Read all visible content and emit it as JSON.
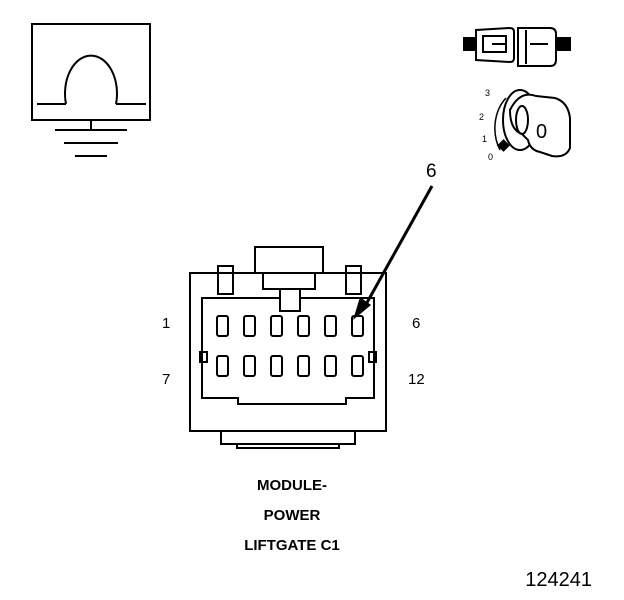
{
  "connector": {
    "title_lines": [
      "MODULE-",
      "POWER",
      "LIFTGATE C1"
    ],
    "pin_labels": {
      "top_left": "1",
      "top_right": "6",
      "bottom_left": "7",
      "bottom_right": "12"
    },
    "callout_pin": "6"
  },
  "ignition_key": {
    "positions": [
      "3",
      "2",
      "1",
      "0"
    ],
    "key_face": "0"
  },
  "figure_number": "124241",
  "icons": [
    "ground-symbol-icon",
    "inline-connector-icon",
    "ignition-key-icon"
  ],
  "colors": {
    "line": "#000000",
    "background": "#ffffff"
  }
}
